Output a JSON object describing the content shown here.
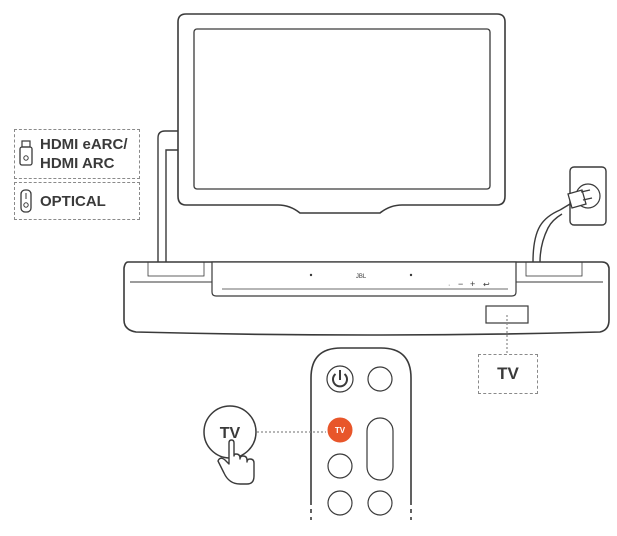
{
  "labels": {
    "hdmi_line1": "HDMI eARC/",
    "hdmi_line2": "HDMI ARC",
    "optical": "OPTICAL",
    "tv_port": "TV",
    "tv_callout": "TV",
    "tv_button": "TV",
    "brand": "JBL"
  },
  "icons": {
    "hdmi": "hdmi-port-icon",
    "optical": "optical-port-icon",
    "power": "power-icon",
    "hand": "pointing-hand-icon",
    "plug": "power-plug-icon"
  },
  "colors": {
    "line": "#3a3a3a",
    "tv_button": "#e8562a",
    "dashed": "#8a8a8a"
  }
}
